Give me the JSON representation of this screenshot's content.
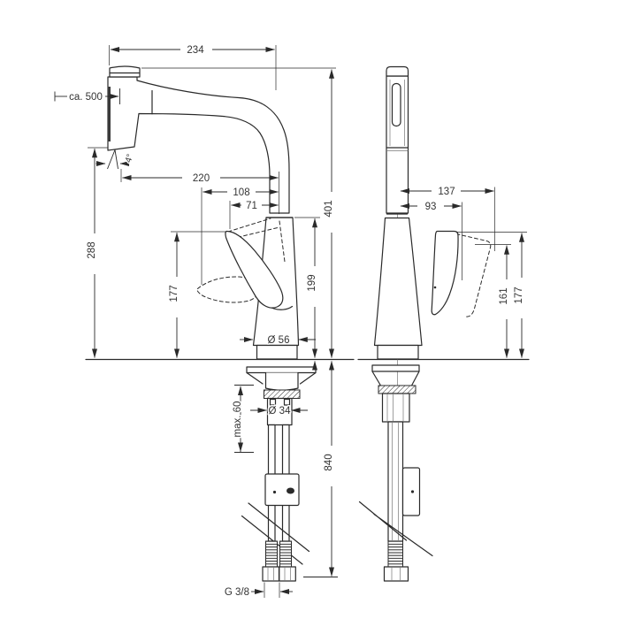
{
  "colors": {
    "line": "#2a2a2a",
    "text": "#333333",
    "background": "#ffffff"
  },
  "dims": {
    "d234": "234",
    "d500": "ca. 500",
    "d4": "4°",
    "d220": "220",
    "d108": "108",
    "d71": "71",
    "d401": "401",
    "d288": "288",
    "d177_side": "177",
    "d199": "199",
    "d56": "Ø 56",
    "d34": "Ø 34",
    "d60": "max. 60",
    "d137": "137",
    "d93": "93",
    "d161": "161",
    "d177_front": "177",
    "d840": "840",
    "dthread": "G 3/8"
  }
}
